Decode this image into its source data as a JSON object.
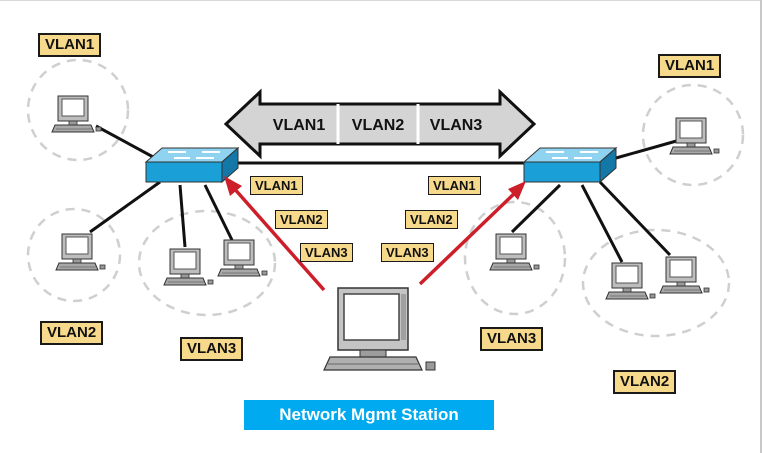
{
  "diagram": {
    "vlan_labels": {
      "top_left": "VLAN1",
      "bottom_left_a": "VLAN2",
      "bottom_left_b": "VLAN3",
      "top_right": "VLAN1",
      "mid_right": "VLAN3",
      "bottom_right": "VLAN2"
    },
    "trunk": {
      "segments": [
        "VLAN1",
        "VLAN2",
        "VLAN3"
      ]
    },
    "left_link_tags": [
      "VLAN1",
      "VLAN2",
      "VLAN3"
    ],
    "right_link_tags": [
      "VLAN1",
      "VLAN2",
      "VLAN3"
    ],
    "station_label": "Network Mgmt Station",
    "colors": {
      "label_fill": "#f7d98b",
      "station_fill": "#00aaf0",
      "arrow_red": "#cc1f2a",
      "switch_blue": "#1a9fd6",
      "trunk_gray": "#d4d4d4"
    }
  }
}
